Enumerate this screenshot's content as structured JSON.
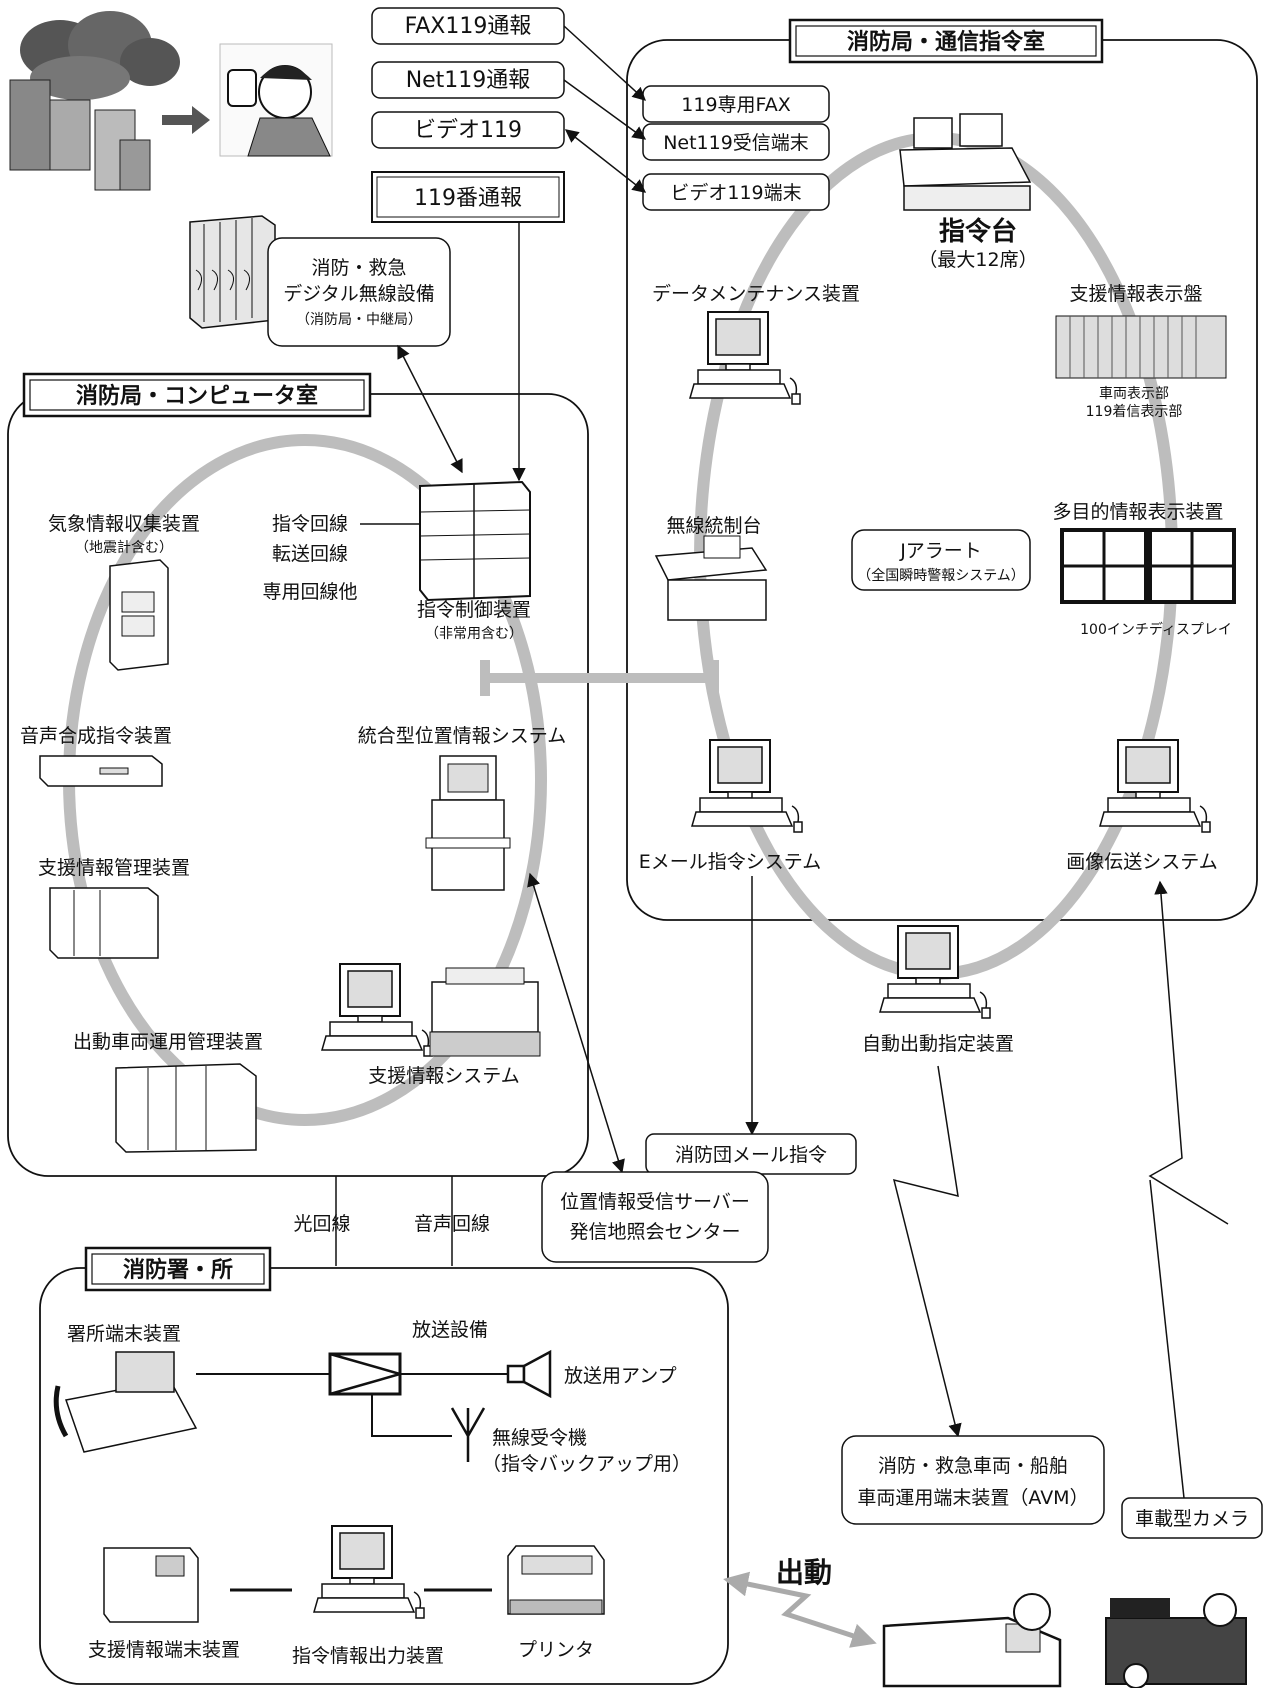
{
  "sections": {
    "dispatch_room": "消防局・通信指令室",
    "computer_room": "消防局・コンピュータ室",
    "stations": "消防署・所"
  },
  "reports": {
    "fax": "FAX119通報",
    "net": "Net119通報",
    "video": "ビデオ119",
    "phone": "119番通報"
  },
  "terminals": {
    "fax": "119専用FAX",
    "net": "Net119受信端末",
    "video": "ビデオ119端末"
  },
  "radio": {
    "line1": "消防・救急",
    "line2": "デジタル無線設備",
    "line3": "（消防局・中継局）"
  },
  "dispatch": {
    "console": "指令台",
    "console_sub": "（最大12席）",
    "data_maint": "データメンテナンス装置",
    "support_board": "支援情報表示盤",
    "support_board_sub1": "車両表示部",
    "support_board_sub2": "119着信表示部",
    "radio_console": "無線統制台",
    "jalert": "Jアラート",
    "jalert_sub": "（全国瞬時警報システム）",
    "multi_display": "多目的情報表示装置",
    "display_100": "100インチディスプレイ",
    "email": "Eメール指令システム",
    "image": "画像伝送システム",
    "auto_dispatch": "自動出動指定装置"
  },
  "computer": {
    "weather": "気象情報収集装置",
    "weather_sub": "（地震計含む）",
    "line_cmd": "指令回線",
    "line_transfer": "転送回線",
    "line_dedicated": "専用回線他",
    "controller": "指令制御装置",
    "controller_sub": "（非常用含む）",
    "voice": "音声合成指令装置",
    "gis": "統合型位置情報システム",
    "support_mgmt": "支援情報管理装置",
    "vehicle_mgmt": "出動車両運用管理装置",
    "support_sys": "支援情報システム"
  },
  "links": {
    "optical": "光回線",
    "voice": "音声回線",
    "brigade_mail": "消防団メール指令",
    "location1": "位置情報受信サーバー",
    "location2": "発信地照会センター"
  },
  "vehicles": {
    "avm1": "消防・救急車両・船舶",
    "avm2": "車両運用端末装置（AVM）",
    "camera": "車載型カメラ",
    "dispatch": "出動"
  },
  "station": {
    "terminal": "署所端末装置",
    "broadcast": "放送設備",
    "amp": "放送用アンプ",
    "receiver": "無線受令機",
    "receiver_sub": "（指令バックアップ用）",
    "support_terminal": "支援情報端末装置",
    "output": "指令情報出力装置",
    "printer": "プリンタ"
  }
}
